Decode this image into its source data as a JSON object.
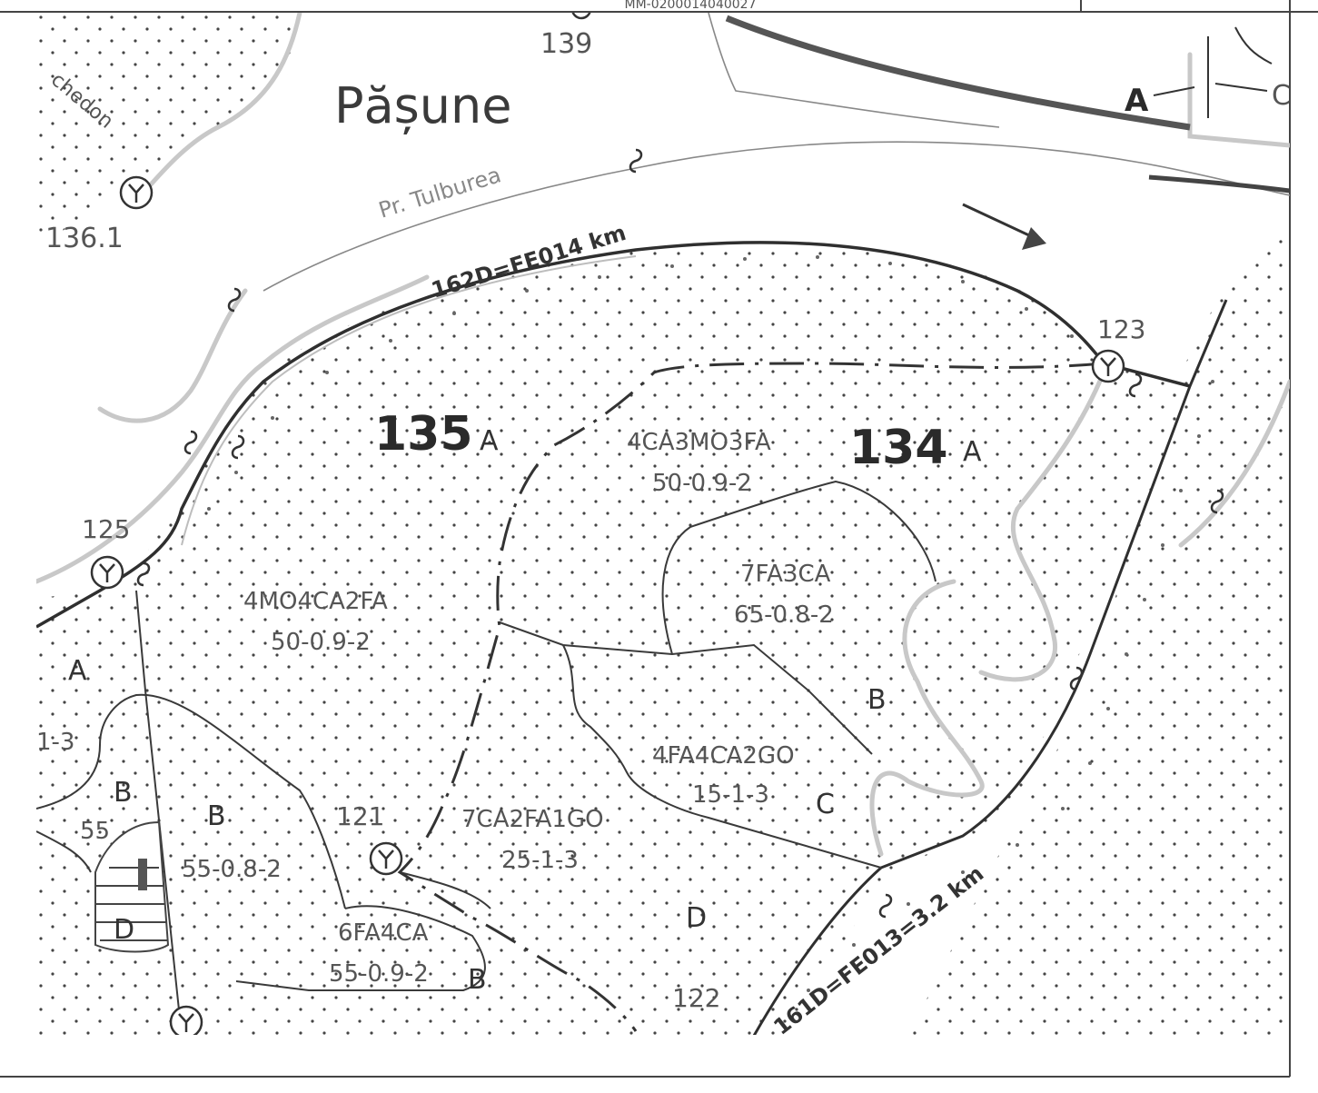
{
  "header": {
    "partial_text": "MM-0200014040027"
  },
  "colors": {
    "boundary": "#3a3a3a",
    "stream": "#c8c8c8",
    "text": "#555555",
    "bold_text": "#2a2a2a"
  },
  "labels": {
    "pasture": "Pășune",
    "stream_name": "Pr. Tulburea",
    "place_partial": "chedon",
    "road_north": "162D=FE014 km",
    "road_south": "161D=FE013=3.2 km",
    "parcel_135": "135",
    "parcel_135_sub": "A",
    "parcel_134": "134",
    "parcel_134_sub": "A",
    "comp_4ca3mo3fa": "4CA3MO3FA",
    "comp_4ca3mo3fa_val": "50-0.9-2",
    "comp_4mo4ca2fa": "4MO4CA2FA",
    "comp_4mo4ca2fa_val": "50-0.9-2",
    "comp_7fa3ca": "7FA3CA",
    "comp_7fa3ca_val": "65-0.8-2",
    "comp_4fa4ca2go": "4FA4CA2GO",
    "comp_4fa4ca2go_val": "15-1-3",
    "comp_7ca2fa1go": "7CA2FA1GO",
    "comp_7ca2fa1go_val": "25-1-3",
    "comp_6fa4ca": "6FA4CA",
    "comp_6fa4ca_val": "55-0.9-2",
    "comp_b_left_val": "55-0.8-2",
    "sub_a_left": "A",
    "sub_b_left": "B",
    "sub_b_mid": "B",
    "sub_d_left": "D",
    "sub_b_right": "B",
    "sub_c": "C",
    "sub_d": "D",
    "sub_b_bottom": "B",
    "sub_a_top_right": "A",
    "sub_c_top_right": "C",
    "frag_13": "1-3",
    "frag_55": "55",
    "point_139": "139",
    "point_136_1": "136.1",
    "point_125": "125",
    "point_123": "123",
    "point_121": "121",
    "point_122": "122"
  },
  "icons": [
    "junction-y-icon",
    "direction-arrow-icon",
    "bridge-icon"
  ]
}
